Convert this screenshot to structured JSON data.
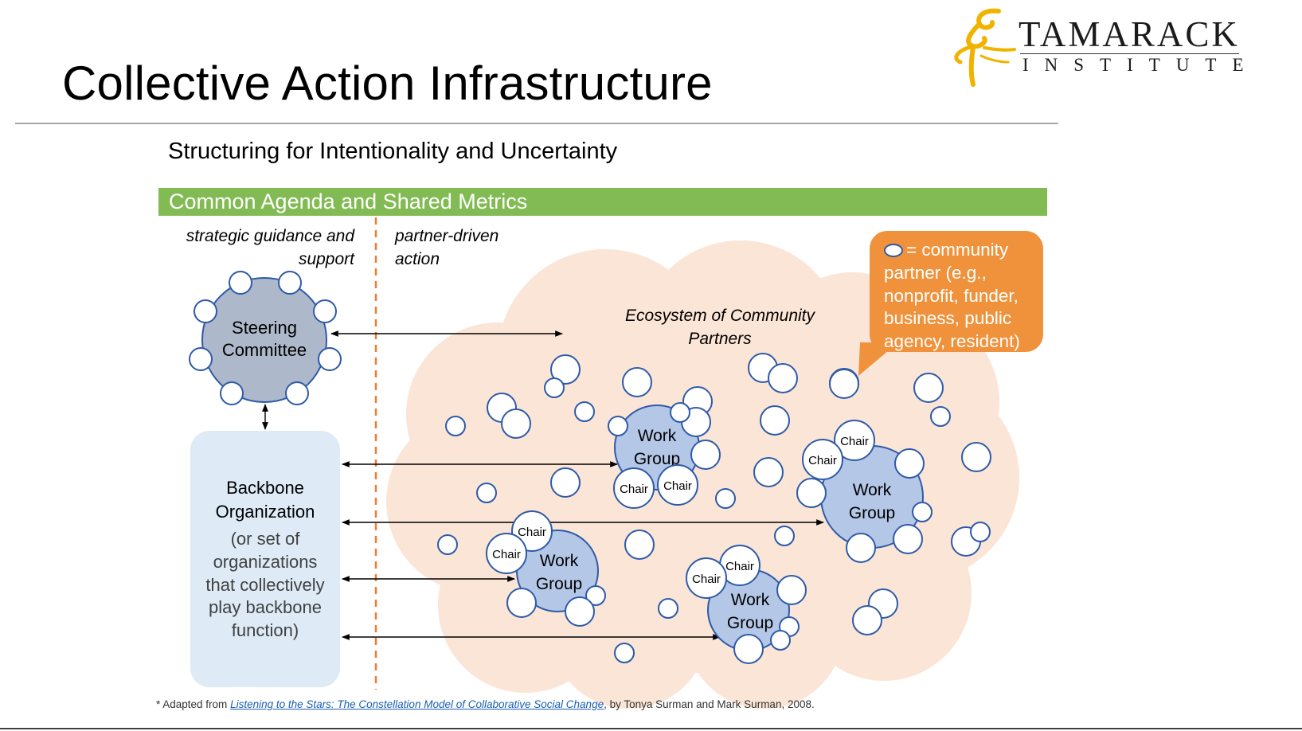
{
  "slide": {
    "title": "Collective Action Infrastructure",
    "subtitle": "Structuring for Intentionality and Uncertainty",
    "banner": "Common Agenda and Shared Metrics"
  },
  "logo": {
    "name": "TAMARACK",
    "sub": "INSTITUTE"
  },
  "columns": {
    "left_line1": "strategic guidance and",
    "left_line2": "support",
    "right_line1": "partner-driven",
    "right_line2": "action"
  },
  "steering": {
    "line1": "Steering",
    "line2": "Committee"
  },
  "backbone": {
    "line1": "Backbone",
    "line2": "Organization",
    "note": [
      "(or set of",
      "organizations",
      "that collectively",
      "play backbone",
      "function)"
    ]
  },
  "ecosystem": {
    "line1": "Ecosystem of Community",
    "line2": "Partners"
  },
  "work_group": {
    "line1": "Work",
    "line2": "Group",
    "chair": "Chair"
  },
  "legend": {
    "text_first": "= community",
    "text_rest": "partner (e.g., nonprofit, funder, business, public agency, resident)"
  },
  "footnote": {
    "prefix": "* Adapted from ",
    "citation": "Listening to the Stars: The Constellation Model of Collaborative Social Change",
    "suffix": ", by Tonya Surman and Mark Surman, 2008."
  },
  "colors": {
    "banner": "#82bb53",
    "cloud": "#fbe5d6",
    "steering_fill": "#adb9ca",
    "backbone_fill": "#deebf7",
    "work_group_fill": "#b4c7e7",
    "partner_stroke": "#2e5aa8",
    "callout": "#f0923c",
    "divider": "#ed7d31",
    "logo_accent": "#f0b400"
  }
}
